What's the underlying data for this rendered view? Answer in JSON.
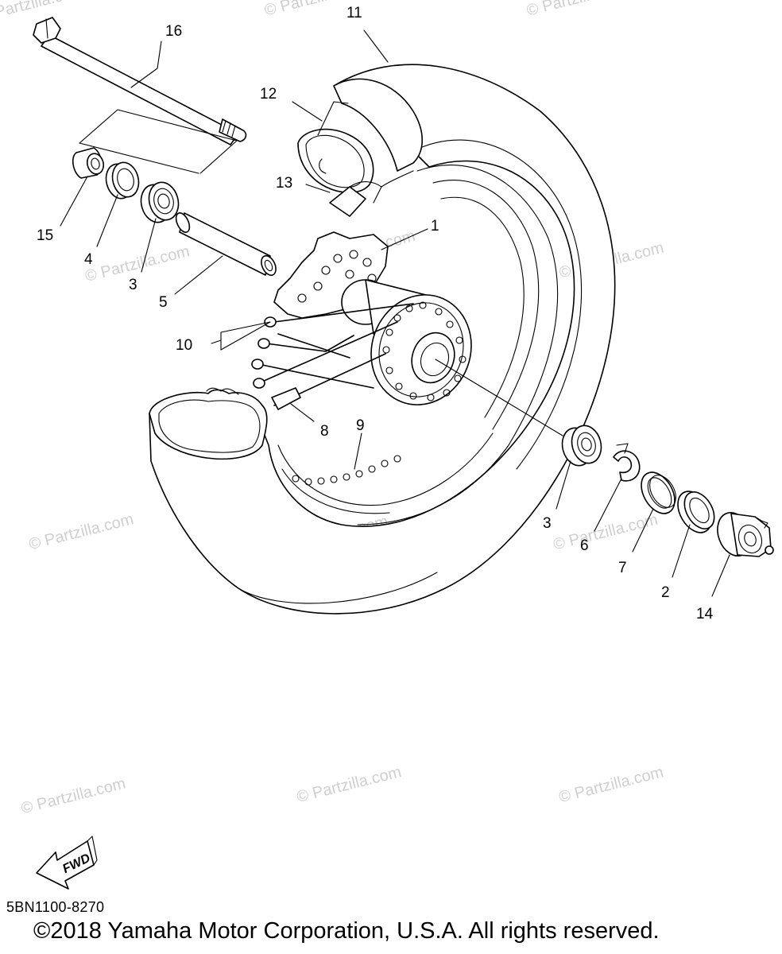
{
  "labels": {
    "l1": "1",
    "l2": "2",
    "l3a": "3",
    "l3b": "3",
    "l4": "4",
    "l5": "5",
    "l6": "6",
    "l7": "7",
    "l8": "8",
    "l9": "9",
    "l10": "10",
    "l11": "11",
    "l12": "12",
    "l13": "13",
    "l14": "14",
    "l15": "15",
    "l16": "16"
  },
  "watermark": "© Partzilla.com",
  "fwd_label": "FWD",
  "diagram_code": "5BN1100-8270",
  "copyright": "©2018 Yamaha Motor Corporation, U.S.A. All rights reserved."
}
